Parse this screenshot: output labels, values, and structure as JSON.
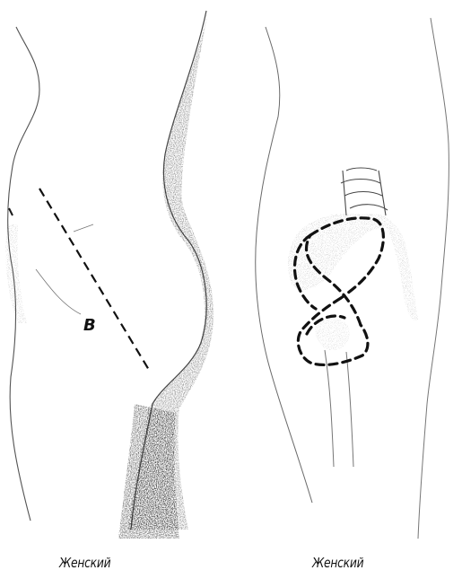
{
  "figure": {
    "left_panel": {
      "caption": "Женский",
      "dimension_label": "B"
    },
    "right_panel": {
      "caption": "Женский"
    },
    "colors": {
      "line": "#1a1a1a",
      "shading": "#2a2a2a",
      "background": "#ffffff"
    }
  }
}
